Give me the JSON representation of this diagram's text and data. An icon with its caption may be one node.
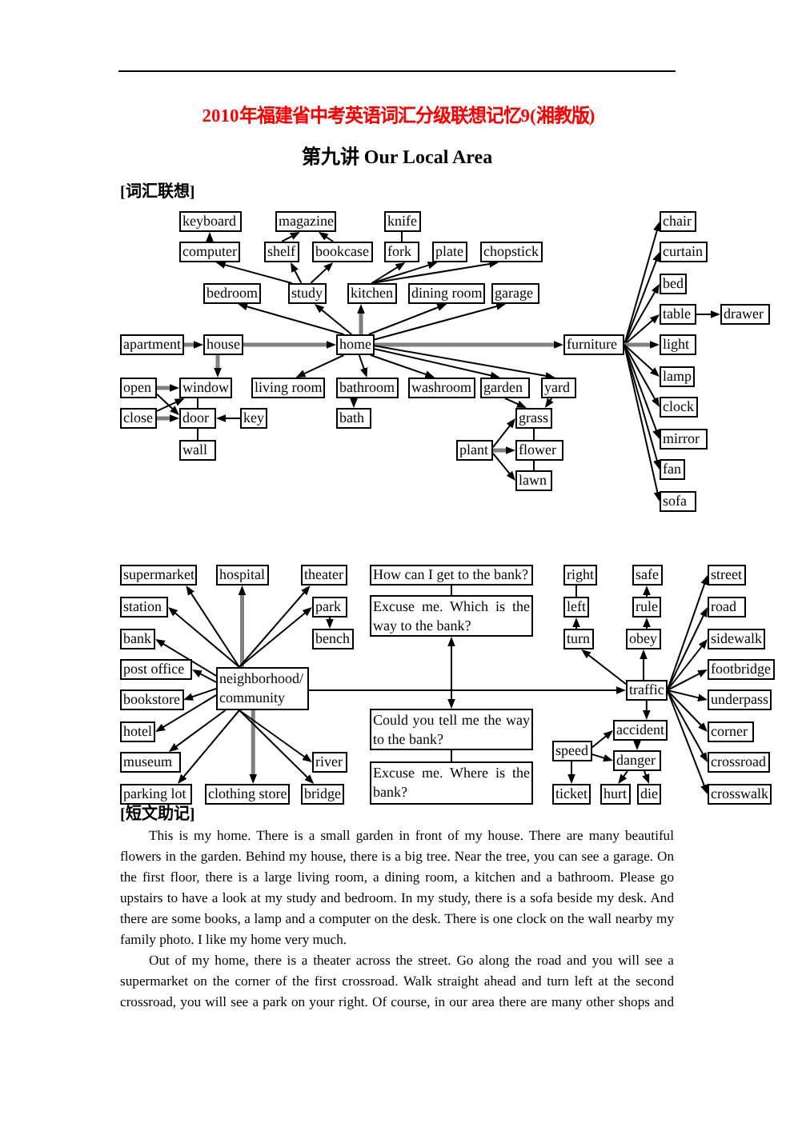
{
  "diagram": {
    "title": "2010年福建省中考英语词汇分级联想记忆9(湘教版)",
    "nodes": [
      {
        "text": [
          "keyboard"
        ]
      },
      {
        "text": [
          "magazine"
        ]
      },
      {
        "text": [
          "knife"
        ]
      },
      {
        "text": [
          "chair"
        ]
      },
      {
        "text": [
          "computer"
        ]
      },
      {
        "text": [
          "shelf"
        ]
      },
      {
        "text": [
          "bookcase"
        ]
      },
      {
        "text": [
          "fork"
        ]
      },
      {
        "text": [
          "plate"
        ]
      },
      {
        "text": [
          "chopstick"
        ]
      },
      {
        "text": [
          "curtain"
        ]
      },
      {
        "text": [
          "bedroom"
        ]
      },
      {
        "text": [
          "study"
        ]
      },
      {
        "text": [
          "kitchen"
        ]
      },
      {
        "text": [
          "dining room"
        ]
      },
      {
        "text": [
          "garage"
        ]
      },
      {
        "text": [
          "bed"
        ]
      },
      {
        "text": [
          "table"
        ]
      },
      {
        "text": [
          "drawer"
        ]
      },
      {
        "text": [
          "apartment"
        ]
      },
      {
        "text": [
          "house"
        ]
      },
      {
        "text": [
          "home"
        ]
      },
      {
        "text": [
          "furniture"
        ]
      },
      {
        "text": [
          "light"
        ]
      },
      {
        "text": [
          "open"
        ]
      },
      {
        "text": [
          "window"
        ]
      },
      {
        "text": [
          "living room"
        ]
      },
      {
        "text": [
          "bathroom"
        ]
      },
      {
        "text": [
          "washroom"
        ]
      },
      {
        "text": [
          "garden"
        ]
      },
      {
        "text": [
          "yard"
        ]
      },
      {
        "text": [
          "lamp"
        ]
      },
      {
        "text": [
          "close"
        ]
      },
      {
        "text": [
          "door"
        ]
      },
      {
        "text": [
          "key"
        ]
      },
      {
        "text": [
          "bath"
        ]
      },
      {
        "text": [
          "grass"
        ]
      },
      {
        "text": [
          "clock"
        ]
      },
      {
        "text": [
          "wall"
        ]
      },
      {
        "text": [
          "plant"
        ]
      },
      {
        "text": [
          "flower"
        ]
      },
      {
        "text": [
          "mirror"
        ]
      },
      {
        "text": [
          "lawn"
        ]
      },
      {
        "text": [
          "fan"
        ]
      },
      {
        "text": [
          "sofa"
        ]
      },
      {
        "text": [
          "supermarket"
        ]
      },
      {
        "text": [
          "hospital"
        ]
      },
      {
        "text": [
          "theater"
        ]
      },
      {
        "text": [
          "How can I get to the bank?"
        ]
      },
      {
        "text": [
          "right"
        ]
      },
      {
        "text": [
          "safe"
        ]
      },
      {
        "text": [
          "street"
        ]
      },
      {
        "text": [
          "station"
        ]
      },
      {
        "text": [
          "park"
        ]
      },
      {
        "text": [
          "Excuse me. Which is the way to the bank?"
        ]
      },
      {
        "text": [
          "left"
        ]
      },
      {
        "text": [
          "rule"
        ]
      },
      {
        "text": [
          "road"
        ]
      },
      {
        "text": [
          "bank"
        ]
      },
      {
        "text": [
          "bench"
        ]
      },
      {
        "text": [
          "turn"
        ]
      },
      {
        "text": [
          "obey"
        ]
      },
      {
        "text": [
          "sidewalk"
        ]
      },
      {
        "text": [
          "post office"
        ]
      },
      {
        "text": [
          "neighborhood/ community"
        ]
      },
      {
        "text": [
          "footbridge"
        ]
      },
      {
        "text": [
          "bookstore"
        ]
      },
      {
        "text": [
          "traffic"
        ]
      },
      {
        "text": [
          "underpass"
        ]
      },
      {
        "text": [
          "hotel"
        ]
      },
      {
        "text": [
          "Could you tell me the way to the bank?"
        ]
      },
      {
        "text": [
          "accident"
        ]
      },
      {
        "text": [
          "corner"
        ]
      },
      {
        "text": [
          "speed"
        ]
      },
      {
        "text": [
          "danger"
        ]
      },
      {
        "text": [
          "museum"
        ]
      },
      {
        "text": [
          "river"
        ]
      },
      {
        "text": [
          "crossroad"
        ]
      },
      {
        "text": [
          "parking lot"
        ]
      },
      {
        "text": [
          "clothing store"
        ]
      },
      {
        "text": [
          "bridge"
        ]
      },
      {
        "text": [
          "Excuse me. Where is the bank?"
        ]
      },
      {
        "text": [
          "ticket"
        ]
      },
      {
        "text": [
          "hurt"
        ]
      },
      {
        "text": [
          "die"
        ]
      },
      {
        "text": [
          "crosswalk"
        ]
      }
    ],
    "edges": [
      {
        "from": 4,
        "to": 0,
        "arrow": "to"
      },
      {
        "from": 5,
        "to": 1,
        "arrow": "to"
      },
      {
        "from": 6,
        "to": 1,
        "arrow": "to"
      },
      {
        "from": 2,
        "to": 7,
        "arrow": "none"
      },
      {
        "from": 12,
        "to": 4,
        "arrow": "to"
      },
      {
        "from": 12,
        "to": 5,
        "arrow": "to"
      },
      {
        "from": 12,
        "to": 6,
        "arrow": "to"
      },
      {
        "from": 13,
        "to": 7,
        "arrow": "to"
      },
      {
        "from": 13,
        "to": 8,
        "arrow": "to"
      },
      {
        "from": 13,
        "to": 9,
        "arrow": "to"
      },
      {
        "from": 21,
        "to": 11,
        "arrow": "to"
      },
      {
        "from": 21,
        "to": 12,
        "arrow": "to"
      },
      {
        "from": 21,
        "to": 13,
        "arrow": "to",
        "style": "thick",
        "color": "#808080"
      },
      {
        "from": 21,
        "to": 14,
        "arrow": "to"
      },
      {
        "from": 21,
        "to": 15,
        "arrow": "to"
      },
      {
        "from": 19,
        "to": 20,
        "arrow": "to",
        "style": "thick",
        "color": "#808080"
      },
      {
        "from": 20,
        "to": 21,
        "arrow": "to",
        "style": "thick",
        "color": "#808080"
      },
      {
        "from": 21,
        "to": 22,
        "arrow": "to",
        "style": "thick",
        "color": "#808080"
      },
      {
        "from": 20,
        "to": 25,
        "arrow": "to",
        "style": "thick",
        "color": "#808080"
      },
      {
        "from": 24,
        "to": 25,
        "arrow": "to",
        "style": "thick",
        "color": "#808080"
      },
      {
        "from": 24,
        "to": 33,
        "arrow": "to"
      },
      {
        "from": 32,
        "to": 25,
        "arrow": "to"
      },
      {
        "from": 32,
        "to": 33,
        "arrow": "to",
        "style": "thick",
        "color": "#808080"
      },
      {
        "from": 25,
        "to": 33,
        "arrow": "none"
      },
      {
        "from": 33,
        "to": 38,
        "arrow": "none"
      },
      {
        "from": 34,
        "to": 33,
        "arrow": "to"
      },
      {
        "from": 21,
        "to": 26,
        "arrow": "to"
      },
      {
        "from": 21,
        "to": 27,
        "arrow": "to"
      },
      {
        "from": 21,
        "to": 28,
        "arrow": "to"
      },
      {
        "from": 21,
        "to": 29,
        "arrow": "to"
      },
      {
        "from": 21,
        "to": 30,
        "arrow": "to"
      },
      {
        "from": 27,
        "to": 35,
        "arrow": "to"
      },
      {
        "from": 29,
        "to": 36,
        "arrow": "to"
      },
      {
        "from": 30,
        "to": 36,
        "arrow": "to"
      },
      {
        "from": 36,
        "to": 40,
        "arrow": "none"
      },
      {
        "from": 40,
        "to": 42,
        "arrow": "none"
      },
      {
        "from": 39,
        "to": 36,
        "arrow": "to"
      },
      {
        "from": 39,
        "to": 40,
        "arrow": "to",
        "style": "thick",
        "color": "#808080"
      },
      {
        "from": 39,
        "to": 42,
        "arrow": "to"
      },
      {
        "from": 22,
        "to": 3,
        "arrow": "to"
      },
      {
        "from": 22,
        "to": 10,
        "arrow": "to"
      },
      {
        "from": 22,
        "to": 16,
        "arrow": "to"
      },
      {
        "from": 22,
        "to": 17,
        "arrow": "to"
      },
      {
        "from": 22,
        "to": 23,
        "arrow": "to",
        "style": "thick",
        "color": "#808080"
      },
      {
        "from": 22,
        "to": 31,
        "arrow": "to"
      },
      {
        "from": 22,
        "to": 37,
        "arrow": "to"
      },
      {
        "from": 22,
        "to": 41,
        "arrow": "to"
      },
      {
        "from": 22,
        "to": 43,
        "arrow": "to"
      },
      {
        "from": 22,
        "to": 44,
        "arrow": "to"
      },
      {
        "from": 17,
        "to": 18,
        "arrow": "to"
      },
      {
        "from": 64,
        "to": 45,
        "arrow": "to"
      },
      {
        "from": 64,
        "to": 46,
        "arrow": "to",
        "style": "thick",
        "color": "#808080"
      },
      {
        "from": 64,
        "to": 47,
        "arrow": "to"
      },
      {
        "from": 64,
        "to": 53,
        "arrow": "to"
      },
      {
        "from": 64,
        "to": 52,
        "arrow": "to"
      },
      {
        "from": 64,
        "to": 58,
        "arrow": "to"
      },
      {
        "from": 64,
        "to": 63,
        "arrow": "to"
      },
      {
        "from": 64,
        "to": 66,
        "arrow": "to"
      },
      {
        "from": 64,
        "to": 69,
        "arrow": "to"
      },
      {
        "from": 64,
        "to": 75,
        "arrow": "to"
      },
      {
        "from": 64,
        "to": 78,
        "arrow": "to"
      },
      {
        "from": 64,
        "to": 79,
        "arrow": "to",
        "style": "thick",
        "color": "#808080"
      },
      {
        "from": 64,
        "to": 76,
        "arrow": "to"
      },
      {
        "from": 64,
        "to": 80,
        "arrow": "to"
      },
      {
        "from": 53,
        "to": 59,
        "arrow": "to"
      },
      {
        "from": 48,
        "to": 54,
        "arrow": "none"
      },
      {
        "from": 70,
        "to": 81,
        "arrow": "none"
      },
      {
        "from": 64,
        "to": 67,
        "arrow": "to"
      },
      {
        "from": 64,
        "to": 54,
        "arrow": "to"
      },
      {
        "from": 64,
        "to": 70,
        "arrow": "to"
      },
      {
        "from": 67,
        "to": 60,
        "arrow": "to"
      },
      {
        "from": 67,
        "to": 61,
        "arrow": "to"
      },
      {
        "from": 61,
        "to": 56,
        "arrow": "to"
      },
      {
        "from": 56,
        "to": 50,
        "arrow": "to"
      },
      {
        "from": 60,
        "to": 55,
        "arrow": "to"
      },
      {
        "from": 55,
        "to": 49,
        "arrow": "none"
      },
      {
        "from": 67,
        "to": 71,
        "arrow": "to"
      },
      {
        "from": 71,
        "to": 74,
        "arrow": "to"
      },
      {
        "from": 73,
        "to": 71,
        "arrow": "to"
      },
      {
        "from": 73,
        "to": 74,
        "arrow": "to"
      },
      {
        "from": 73,
        "to": 82,
        "arrow": "to"
      },
      {
        "from": 74,
        "to": 83,
        "arrow": "to"
      },
      {
        "from": 74,
        "to": 84,
        "arrow": "to"
      },
      {
        "from": 67,
        "to": 51,
        "arrow": "to"
      },
      {
        "from": 67,
        "to": 57,
        "arrow": "to"
      },
      {
        "from": 67,
        "to": 62,
        "arrow": "to"
      },
      {
        "from": 67,
        "to": 65,
        "arrow": "to"
      },
      {
        "from": 67,
        "to": 68,
        "arrow": "to"
      },
      {
        "from": 67,
        "to": 72,
        "arrow": "to"
      },
      {
        "from": 67,
        "to": 77,
        "arrow": "to"
      },
      {
        "from": 67,
        "to": 85,
        "arrow": "to"
      }
    ],
    "labels": [
      "第九讲 Our Local Area",
      "[词汇联想]",
      "[短文助记]",
      "This is my home. There is a small garden in front of my house. There are many beautiful flowers in the garden. Behind my house, there is a big tree. Near the tree, you can see a garage. On the first floor, there is a large living room, a dining room, a kitchen and a bathroom. Please go upstairs to have a look at my study and bedroom. In my study, there is a sofa beside my desk. And there are some books, a lamp and a computer on the desk. There is one clock on the wall nearby my family photo. I like my home very much.",
      "Out of my home, there is a theater across the street. Go along the road and you will see a supermarket on the corner of the first crossroad. Walk straight ahead and turn left at the second crossroad, you will see a park on your right. Of course, in our area there are many other shops and"
    ]
  }
}
